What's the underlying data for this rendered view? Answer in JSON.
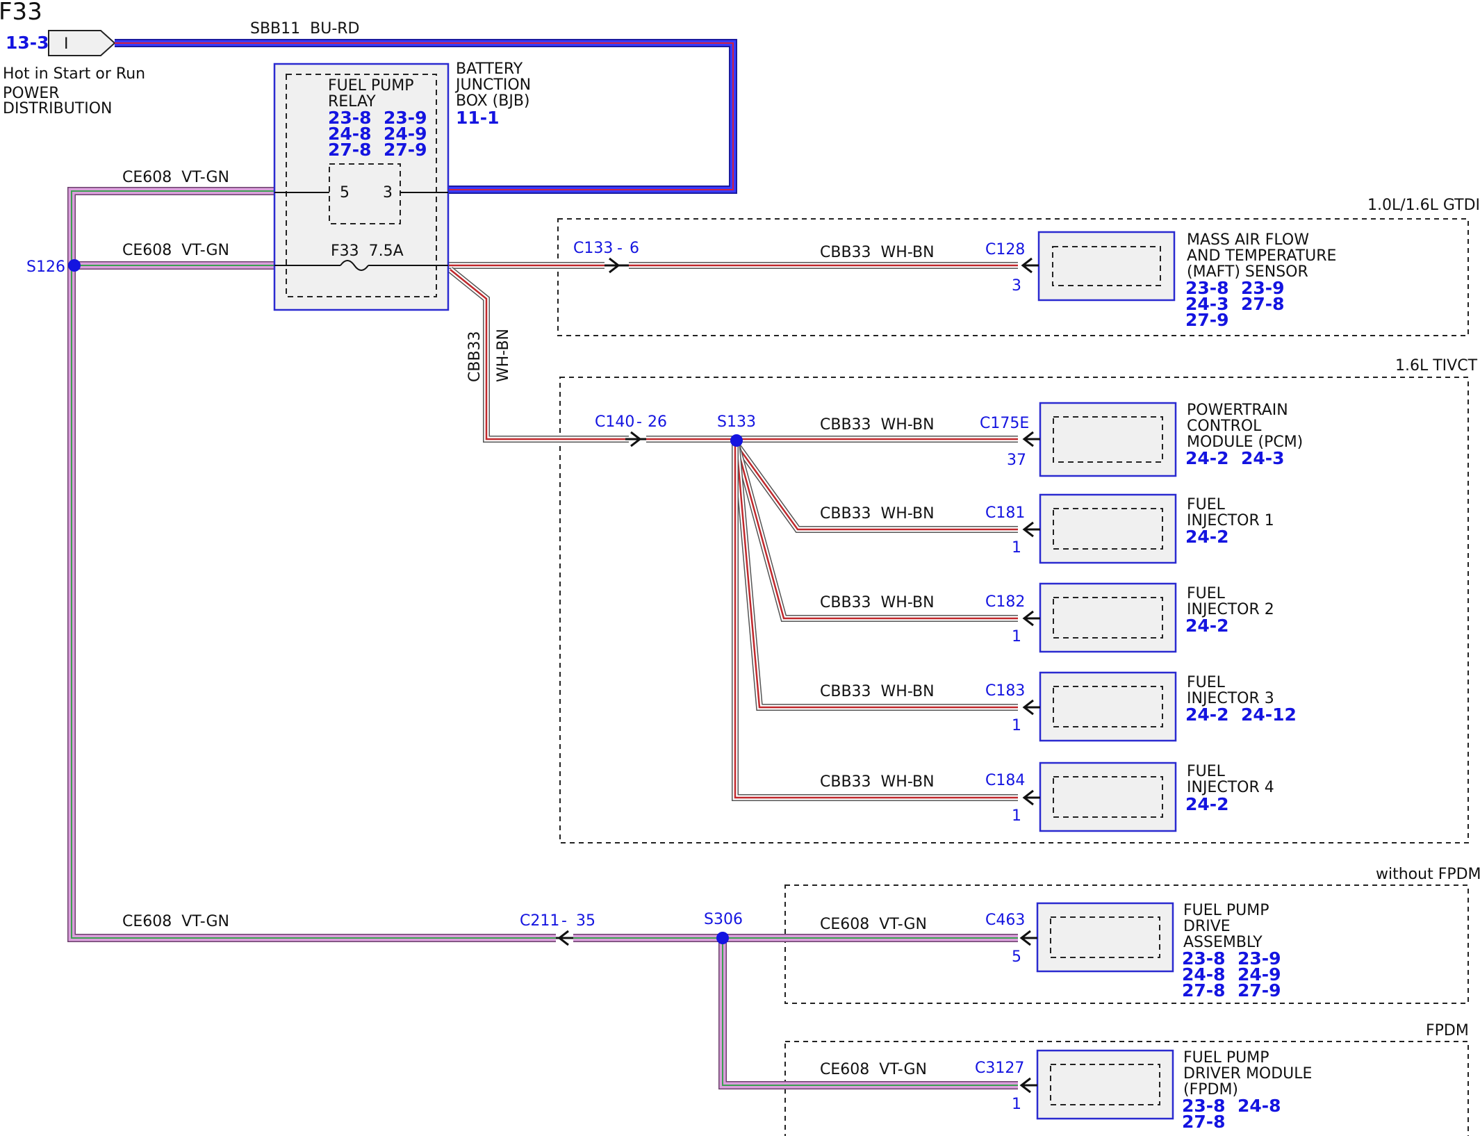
{
  "header": {
    "title": "F33",
    "ref": "13-3",
    "pin": "I",
    "circuit": "SBB11  BU-RD",
    "note1": "Hot in Start or Run",
    "note2": "POWER",
    "note3": "DISTRIBUTION"
  },
  "bjb": {
    "relay_l1": "FUEL PUMP",
    "relay_l2": "RELAY",
    "relay_refs": [
      "23-8  23-9",
      "24-8  24-9",
      "27-8  27-9"
    ],
    "pin5": "5",
    "pin3": "3",
    "fuse": "F33  7.5A",
    "name_l1": "BATTERY",
    "name_l2": "JUNCTION",
    "name_l3": "BOX (BJB)",
    "ref": "11-1"
  },
  "wires": {
    "ce608": "CE608  VT-GN",
    "cbb33": "CBB33  WH-BN",
    "cbb33_code": "CBB33",
    "cbb33_color": "WH-BN"
  },
  "splices": {
    "s126": "S126",
    "s133": "S133",
    "s306": "S306"
  },
  "connectors": {
    "c133": "C133",
    "c133_pin": "6",
    "c140": "C140",
    "c140_pin": "26",
    "c211": "C211",
    "c211_pin": "35",
    "dash": "-"
  },
  "groups": {
    "gtdi": "1.0L/1.6L GTDI",
    "tivct": "1.6L TIVCT",
    "without_fpdm": "without FPDM",
    "fpdm": "FPDM"
  },
  "components": [
    {
      "conn": "C128",
      "pin": "3",
      "name": [
        "MASS AIR FLOW",
        "AND TEMPERATURE",
        "(MAFT) SENSOR"
      ],
      "refs": [
        "23-8  23-9",
        "24-3  27-8",
        "27-9"
      ]
    },
    {
      "conn": "C175E",
      "pin": "37",
      "name": [
        "POWERTRAIN",
        "CONTROL",
        "MODULE (PCM)"
      ],
      "refs": [
        "24-2  24-3"
      ]
    },
    {
      "conn": "C181",
      "pin": "1",
      "name": [
        "FUEL",
        "INJECTOR 1"
      ],
      "refs": [
        "24-2"
      ]
    },
    {
      "conn": "C182",
      "pin": "1",
      "name": [
        "FUEL",
        "INJECTOR 2"
      ],
      "refs": [
        "24-2"
      ]
    },
    {
      "conn": "C183",
      "pin": "1",
      "name": [
        "FUEL",
        "INJECTOR 3"
      ],
      "refs": [
        "24-2  24-12"
      ]
    },
    {
      "conn": "C184",
      "pin": "1",
      "name": [
        "FUEL",
        "INJECTOR 4"
      ],
      "refs": [
        "24-2"
      ]
    },
    {
      "conn": "C463",
      "pin": "5",
      "name": [
        "FUEL PUMP",
        "DRIVE",
        "ASSEMBLY"
      ],
      "refs": [
        "23-8  23-9",
        "24-8  24-9",
        "27-8  27-9"
      ]
    },
    {
      "conn": "C3127",
      "pin": "1",
      "name": [
        "FUEL PUMP",
        "DRIVER MODULE",
        "(FPDM)"
      ],
      "refs": [
        "23-8  24-8",
        "27-8"
      ]
    }
  ]
}
